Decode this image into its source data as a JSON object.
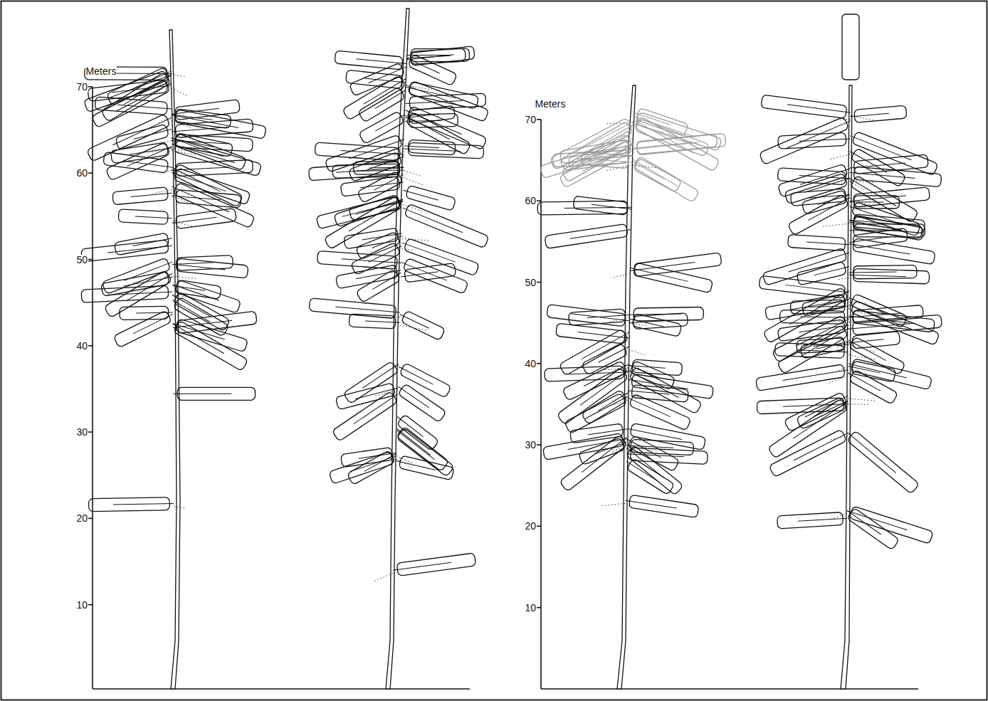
{
  "diagram": {
    "labels": [
      "Meters",
      "70",
      "60",
      "50",
      "40",
      "30",
      "20",
      "10",
      "Meters",
      "70",
      "60",
      "50",
      "40",
      "30",
      "20",
      "10"
    ]
  }
}
